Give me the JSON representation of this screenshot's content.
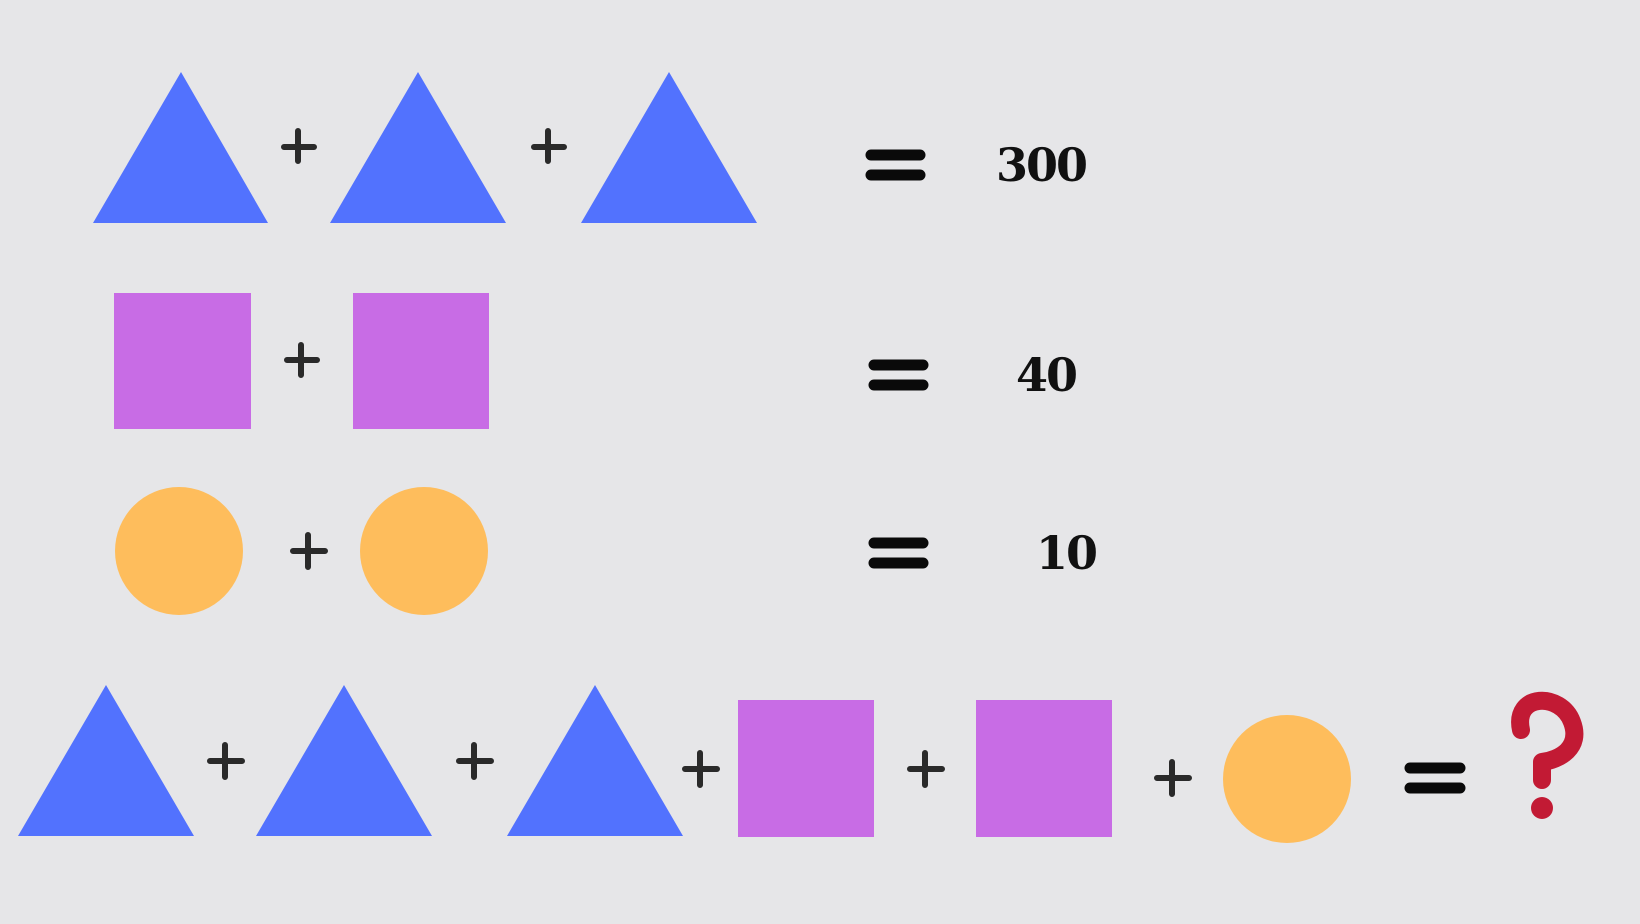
{
  "puzzle": {
    "colors": {
      "background": "#e6e6e8",
      "triangle": "#5272fe",
      "square": "#c86ce5",
      "circle": "#febd5c",
      "operator": "#2a2a2a",
      "equals": "#0a0a0a",
      "result_text": "#111111",
      "question_mark": "#c21a34"
    },
    "equations": [
      {
        "terms": [
          "triangle",
          "triangle",
          "triangle"
        ],
        "operator": "+",
        "result": "300"
      },
      {
        "terms": [
          "square",
          "square"
        ],
        "operator": "+",
        "result": "40"
      },
      {
        "terms": [
          "circle",
          "circle"
        ],
        "operator": "+",
        "result": "10"
      }
    ],
    "final_equation": {
      "terms": [
        "triangle",
        "triangle",
        "triangle",
        "square",
        "square",
        "circle"
      ],
      "operator": "+",
      "result": "?"
    }
  }
}
